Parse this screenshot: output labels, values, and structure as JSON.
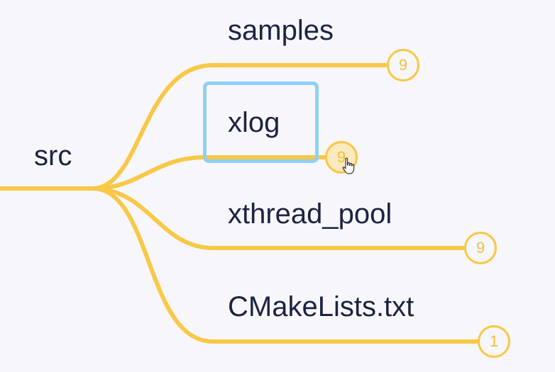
{
  "root": {
    "label": "src"
  },
  "branches": [
    {
      "label": "samples",
      "count": "9",
      "selected": false,
      "hovered": false
    },
    {
      "label": "xlog",
      "count": "9",
      "selected": true,
      "hovered": true
    },
    {
      "label": "xthread_pool",
      "count": "9",
      "selected": false,
      "hovered": false
    },
    {
      "label": "CMakeLists.txt",
      "count": "1",
      "selected": false,
      "hovered": false
    }
  ],
  "colors": {
    "edge": "#f8c847",
    "badge_text": "#f3c03a",
    "label": "#1c2342",
    "selection": "#8fd0f6",
    "background": "#f7f6fa"
  }
}
